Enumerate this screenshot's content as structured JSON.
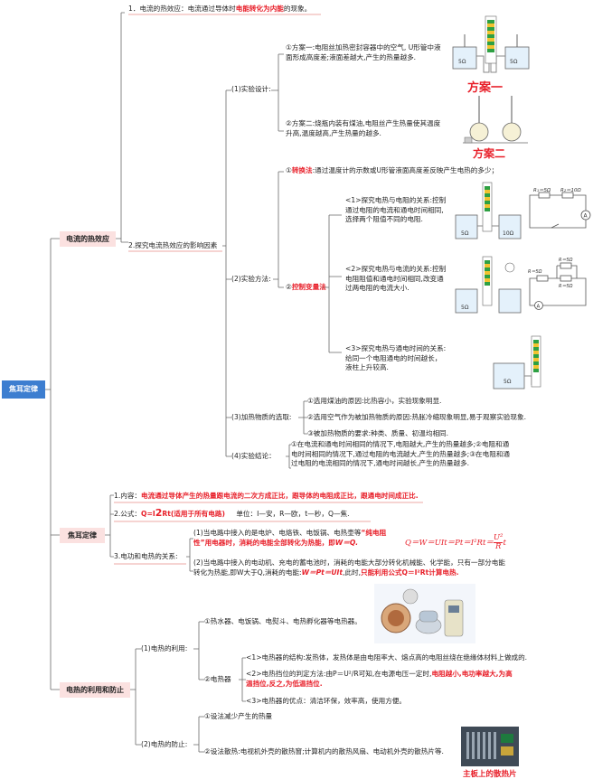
{
  "root": "焦耳定律",
  "b1": {
    "label": "电流的热效应"
  },
  "b2": {
    "label": "焦耳定律"
  },
  "b3": {
    "label": "电热的利用和防止"
  },
  "n1": {
    "num": "1．",
    "pre": "电流的热效应：电流通过导体时",
    "red": "电能转化为内能",
    "post": "的现象。"
  },
  "n2": {
    "label": "2.探究电流热效应的影响因素"
  },
  "design": {
    "label": "(1)实验设计:",
    "plan1": "①方案一:电阻丝加热密封容器中的空气, U形管中液面形成高度差;液面差越大,产生的热量越多.",
    "plan1_caption": "方案一",
    "plan2": "②方案二:烧瓶内装有煤油,电阻丝产生热量使其温度升高,温度越高,产生热量的越多.",
    "plan2_caption": "方案二"
  },
  "method": {
    "label": "(2)实验方法:",
    "m1_num": "①",
    "m1_red": "转换法",
    "m1_text": ":通过温度计的示数或U形管液面高度差反映产生电热的多少；",
    "m2_num": "②",
    "m2_red": "控制变量法",
    "c1": "<1>探究电热与电阻的关系:控制通过电阻的电流和通电时间相同,选择两个阻值不同的电阻.",
    "c2": "<2>探究电热与电流的关系:控制电阻阻值和通电时间相同,改变通过两电阻的电流大小.",
    "c3": "<3>探究电热与通电时间的关系:给同一个电阻通电的时间越长，液柱上升较高."
  },
  "heating": {
    "label": "(3)加热物质的选取:",
    "h1": "①选用煤油的原因:比热容小，实验现象明显.",
    "h2": "②选用空气作为被加热物质的原因:热胀冷缩现象明显,易于观察实验现象.",
    "h3": "③被加热物质的要求:种类、质量、初温均相同."
  },
  "conclusion": {
    "label": "(4)实验结论：",
    "text": "①在电流和通电时间相同的情况下,电阻越大,产生的热量越多;②电阻和通电时间相同的情况下,通过电阻的电流越大,产生的热量越多;③在电阻和通过电阻的电流相同的情况下,通电时间越长,产生的热量越多."
  },
  "law": {
    "content_pre": "1.内容：",
    "content_red": "电流通过导体产生的热量跟电流的二次方成正比，跟导体的电阻成正比，跟通电时间成正比.",
    "formula_pre": "2.公式：",
    "formula_q": "Q=I",
    "formula_big": "2",
    "formula_rest": "Rt(适用于所有电路)",
    "units": "单位：I—安，R—欧，t—秒，Q—焦.",
    "rel_label": "3.电功和电热的关系:",
    "r1_pre": "(1)当电路中接入的是电炉、电烙铁、电饭锅、电热壶等",
    "r1_red1": "“纯电阻性”用电器时，消耗的电能全部转化为热能，即",
    "r1_red2": "W＝Q.",
    "r2_pre": "(2)当电路中接入的电动机、充电的蓄电池时，消耗的电能大部分转化机械能、化学能，只有一部分电能转化为热能,即W大于Q,消耗的电能:",
    "r2_red1": "W＝Pt＝UIt",
    "r2_mid": ",此时,",
    "r2_red2": "只能利用公式Q＝I²Rt计算电热.",
    "formula_right": "Q＝W＝UIt＝Pt＝I²Rt＝",
    "formula_frac_num": "U²",
    "formula_frac_den": "R",
    "formula_t": "t"
  },
  "use": {
    "label": "(1)电热的利用:",
    "u1": "①热水器、电饭锅、电熨斗、电热孵化器等电热器。",
    "u2_label": "②电热器",
    "s1": "<1>电热器的结构:发热体，发热体是由电阻率大、熔点高的电阻丝绕在绝缘体材料上做成的.",
    "s2_pre": "<2>电热挡位的判定方法:由P＝U²/R可知,在电源电压一定时,",
    "s2_red": "电阻越小,电功率越大,为高温挡位,反之,为低温挡位.",
    "s3": "<3>电热器的优点：清洁环保，效率高，使用方便。"
  },
  "prevent": {
    "label": "(2)电热的防止:",
    "p1": "①设法减少产生的热量",
    "p2": "②设法散热:电视机外壳的散热窗;计算机内的散热风扇、电动机外壳的散热片等.",
    "caption": "主板上的散热片"
  },
  "circuit": {
    "r1": "R₁＝5Ω",
    "r2": "R₂＝10Ω",
    "ra": "R＝5Ω",
    "rb": "R＝5Ω",
    "rc": "R＝5Ω",
    "meter": "A",
    "res5": "5Ω",
    "res10": "10Ω"
  },
  "colors": {
    "root": "#3d7ed0",
    "branch_bg": "#fbe1e0",
    "red": "#e8202a",
    "line": "#6a6a6a"
  }
}
